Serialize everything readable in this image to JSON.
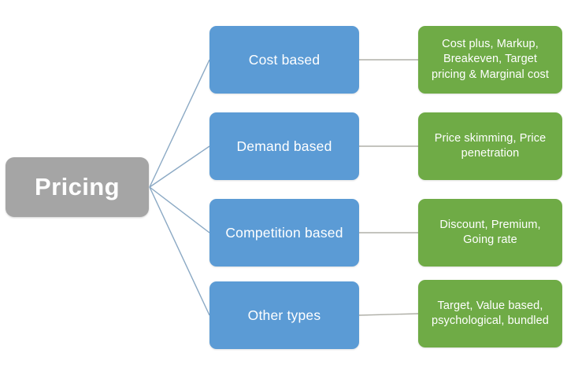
{
  "diagram": {
    "title": "Pricing",
    "root": {
      "label": "Pricing",
      "color": "#a5a5a5"
    },
    "category_color": "#5b9bd5",
    "detail_color": "#6fab46",
    "connector_color": "#8ba9c4",
    "link_color": "#b0b0a8",
    "branches": [
      {
        "category": "Cost based",
        "detail": "Cost plus, Markup, Breakeven,  Target pricing & Marginal cost"
      },
      {
        "category": "Demand based",
        "detail": "Price skimming, Price penetration"
      },
      {
        "category": "Competition based",
        "detail": "Discount, Premium, Going rate"
      },
      {
        "category": "Other types",
        "detail": "Target,  Value based, psychological, bundled"
      }
    ]
  }
}
